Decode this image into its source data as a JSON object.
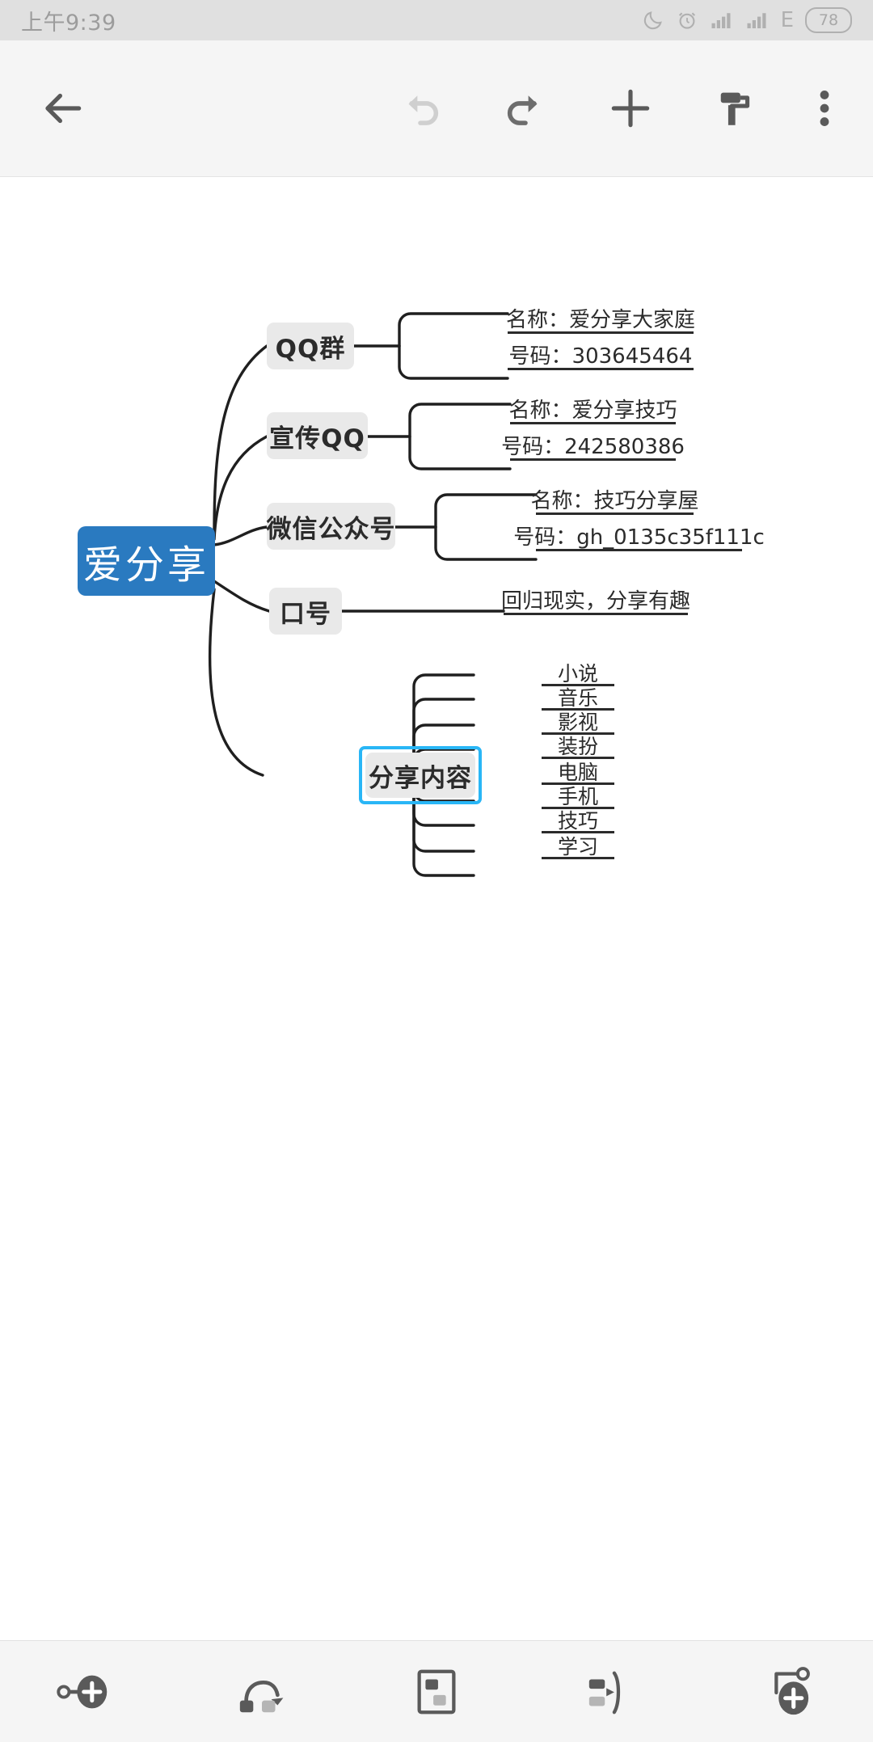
{
  "status_bar": {
    "time": "上午9:39",
    "battery_level": "78",
    "icons": [
      "moon-icon",
      "alarm-icon",
      "signal-icon",
      "signal-icon",
      "network-e-icon",
      "battery-icon"
    ]
  },
  "toolbar": {
    "back_label": "back-arrow-icon",
    "undo_label": "undo-icon",
    "redo_label": "redo-icon",
    "add_label": "add-icon",
    "style_label": "paint-roller-icon",
    "more_label": "more-options-icon"
  },
  "mindmap": {
    "root": {
      "text": "爱分享",
      "color": "#2a7ac0",
      "text_color": "#ffffff"
    },
    "selected_node": "分享内容",
    "selection_color": "#29b6f6",
    "node_bg": "#e9e9e9",
    "branches": [
      {
        "text": "QQ群",
        "children": [
          {
            "text": "名称：爱分享大家庭"
          },
          {
            "text": "号码：303645464"
          }
        ]
      },
      {
        "text": "宣传QQ",
        "children": [
          {
            "text": "名称：爱分享技巧"
          },
          {
            "text": "号码：242580386"
          }
        ]
      },
      {
        "text": "微信公众号",
        "children": [
          {
            "text": "名称：技巧分享屋"
          },
          {
            "text": "号码：gh_0135c35f111c"
          }
        ]
      },
      {
        "text": "口号",
        "children": [
          {
            "text": "回归现实，分享有趣"
          }
        ]
      },
      {
        "text": "分享内容",
        "children": [
          {
            "text": "小说"
          },
          {
            "text": "音乐"
          },
          {
            "text": "影视"
          },
          {
            "text": "装扮"
          },
          {
            "text": "电脑"
          },
          {
            "text": "手机"
          },
          {
            "text": "技巧"
          },
          {
            "text": "学习"
          }
        ]
      }
    ]
  },
  "bottom_toolbar": {
    "items": [
      {
        "name": "add-sibling-node-icon"
      },
      {
        "name": "move-node-icon"
      },
      {
        "name": "node-card-icon"
      },
      {
        "name": "collapse-branch-icon"
      },
      {
        "name": "add-child-node-icon"
      }
    ]
  }
}
